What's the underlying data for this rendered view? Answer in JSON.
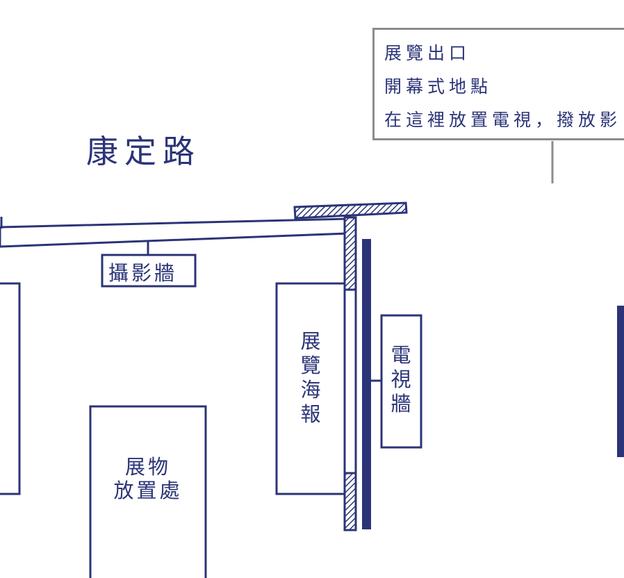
{
  "colors": {
    "navy": "#2b3477",
    "callout_border": "#8c8c8c"
  },
  "callout": {
    "lines": [
      "展覽出口",
      "開幕式地點",
      "在這裡放置電視，撥放影"
    ]
  },
  "road_label": "康定路",
  "photo_wall_label": "攝影牆",
  "poster_label": [
    "展",
    "覽",
    "海",
    "報"
  ],
  "tv_wall_label": [
    "電",
    "視",
    "牆"
  ],
  "exhibit_area_label": [
    "展物",
    "放置處"
  ]
}
